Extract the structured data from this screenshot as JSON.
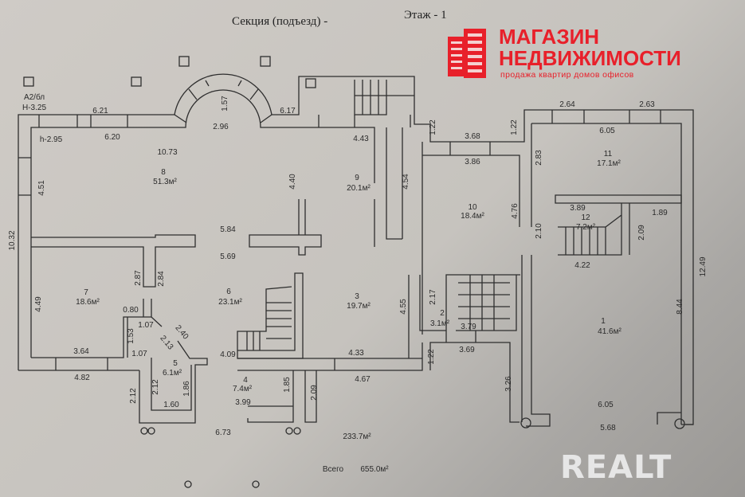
{
  "header": {
    "section": "Секция (подъезд) -",
    "floor": "Этаж  - 1"
  },
  "logo": {
    "line1": "МАГАЗИН",
    "line2": "НЕДВИЖИМОСТИ",
    "tagline": "продажа квартир домов офисов",
    "color": "#e8202a"
  },
  "watermark": "REALT",
  "notes": {
    "code": "А2/бл",
    "height_outer": "Н-3.25",
    "height_inner": "h-2.95"
  },
  "rooms": [
    {
      "number": "1",
      "area": "41.6м²"
    },
    {
      "number": "2",
      "area": "3.1м²"
    },
    {
      "number": "3",
      "area": "19.7м²"
    },
    {
      "number": "4",
      "area": "7.4м²"
    },
    {
      "number": "5",
      "area": "6.1м²"
    },
    {
      "number": "6",
      "area": "23.1м²"
    },
    {
      "number": "7",
      "area": "18.6м²"
    },
    {
      "number": "8",
      "area": "51.3м²"
    },
    {
      "number": "9",
      "area": "20.1м²"
    },
    {
      "number": "10",
      "area": "18.4м²"
    },
    {
      "number": "11",
      "area": "17.1м²"
    },
    {
      "number": "12",
      "area": "7.2м²"
    }
  ],
  "dimensions": [
    "6.21",
    "6.20",
    "2.96",
    "6.17",
    "4.43",
    "10.73",
    "1.57",
    "4.51",
    "10.32",
    "4.40",
    "4.54",
    "5.84",
    "5.69",
    "2.87",
    "2.84",
    "4.49",
    "0.80",
    "1.07",
    "2.40",
    "1.53",
    "2.13",
    "1.07",
    "3.64",
    "4.82",
    "2.12",
    "2.12",
    "1.86",
    "1.60",
    "4.09",
    "3.99",
    "1.85",
    "2.09",
    "4.33",
    "4.67",
    "6.73",
    "4.55",
    "2.17",
    "3.79",
    "3.69",
    "1.22",
    "3.26",
    "1.22",
    "3.68",
    "3.86",
    "1.22",
    "2.64",
    "2.63",
    "6.05",
    "2.83",
    "4.76",
    "2.10",
    "3.89",
    "1.89",
    "2.09",
    "4.22",
    "12.49",
    "8.44",
    "6.05",
    "5.68"
  ],
  "totals": {
    "floor_area": "233.7м²",
    "total_label": "Всего",
    "total_area": "655.0м²"
  }
}
